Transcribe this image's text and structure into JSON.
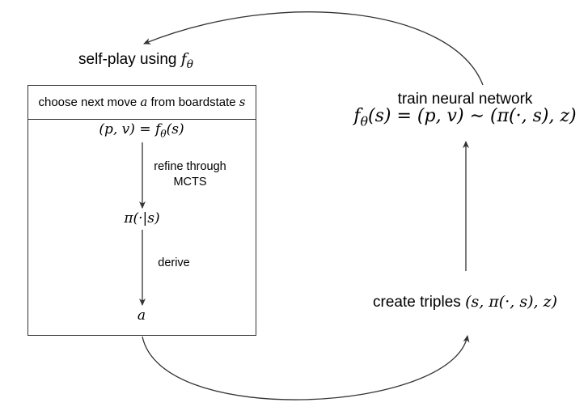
{
  "self_play": {
    "label": "self-play using",
    "f_symbol": "f",
    "f_subscript": "θ"
  },
  "box": {
    "header_prefix": "choose next move",
    "header_var_a": "a",
    "header_middle": "from boardstate",
    "header_var_s": "s",
    "pv_formula": "(p, v) = f",
    "pv_subscript": "θ",
    "pv_arg": "(s)",
    "refine_label_line1": "refine through",
    "refine_label_line2": "MCTS",
    "pi_label": "π(·|s)",
    "derive_label": "derive",
    "a_label": "a"
  },
  "train": {
    "label": "train neural network",
    "formula_f": "f",
    "formula_subscript": "θ",
    "formula_rest": "(s) = (p, v) ∼ (π(·, s), z)"
  },
  "triples": {
    "label": "create triples",
    "formula": "(s, π(·, s), z)"
  },
  "icons": {
    "arrow_color": "#333333"
  }
}
